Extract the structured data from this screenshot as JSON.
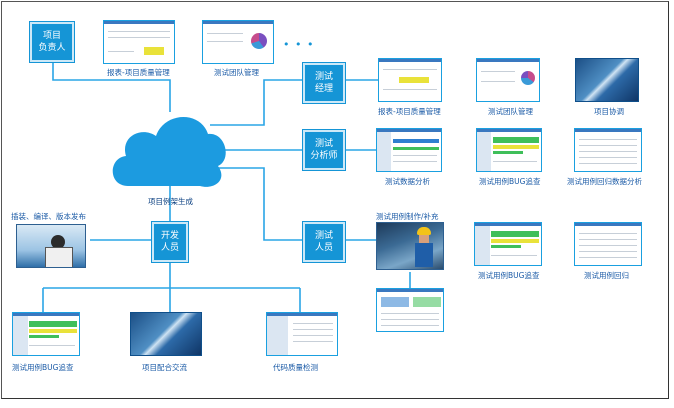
{
  "roles": {
    "project_lead": "项目\n负责人",
    "test_manager": "测试\n经理",
    "test_analyst": "测试\n分析师",
    "developer": "开发\n人员",
    "tester": "测试\n人员"
  },
  "cloud_label": "项目例架生成",
  "ellipsis": "• • •",
  "captions": {
    "lead_reports": "报表-项目质量管理",
    "lead_team": "测试团队管理",
    "mgr_reports": "报表-项目质量管理",
    "mgr_team": "测试团队管理",
    "mgr_coord": "项目协调",
    "analyst_data": "测试数据分析",
    "analyst_bug": "测试用例BUG追查",
    "analyst_regress": "测试用例回归数据分析",
    "dev_build": "插装、编译、版本发布",
    "dev_bug": "测试用例BUG追查",
    "dev_comm": "项目配合交流",
    "dev_quality": "代码质量检测",
    "tester_make": "测试用例制作/补充",
    "tester_bug": "测试用例BUG追查",
    "tester_regress": "测试用例回归"
  },
  "colors": {
    "role_fill": "#1595d6",
    "line": "#2aa5e6",
    "cloud": "#1c9be0",
    "caption": "#1a5aa6"
  }
}
